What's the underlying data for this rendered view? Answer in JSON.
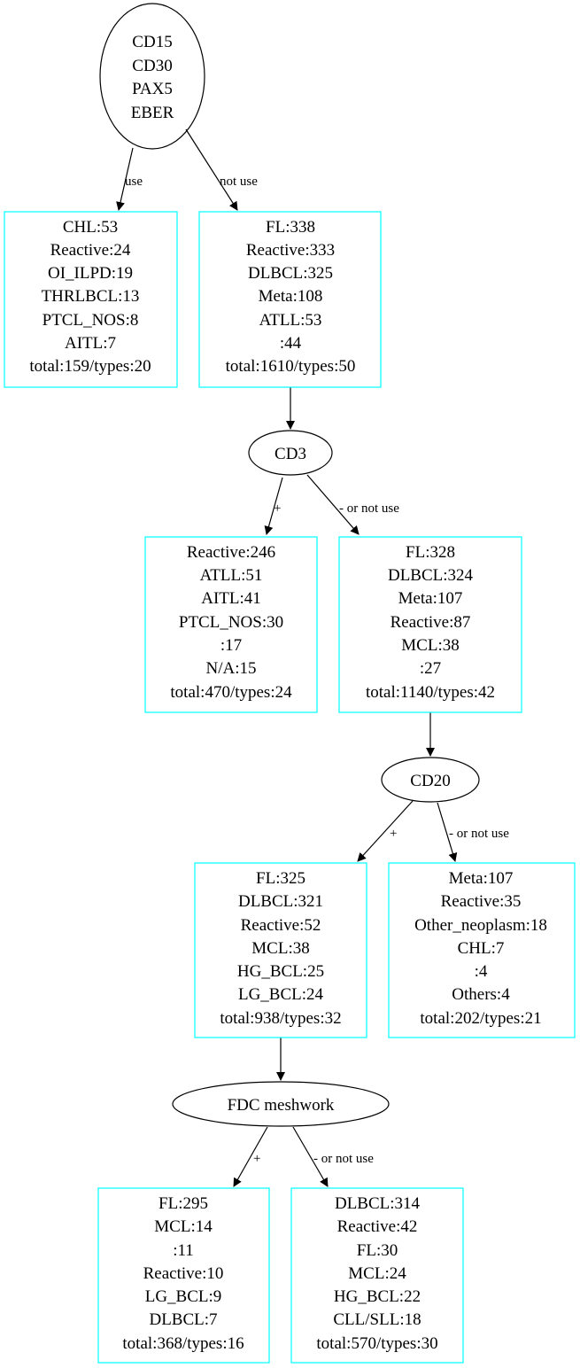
{
  "colors": {
    "leaf_border": "#00ffff",
    "decision_border": "#000000",
    "edge": "#000000",
    "text": "#000000",
    "background": "#ffffff"
  },
  "decisions": {
    "root": {
      "lines": [
        "CD15",
        "CD30",
        "PAX5",
        "EBER"
      ]
    },
    "cd3": {
      "lines": [
        "CD3"
      ]
    },
    "cd20": {
      "lines": [
        "CD20"
      ]
    },
    "fdc": {
      "lines": [
        "FDC meshwork"
      ]
    }
  },
  "leaves": {
    "chl": {
      "lines": [
        "CHL:53",
        "Reactive:24",
        "OI_ILPD:19",
        "THRLBCL:13",
        "PTCL_NOS:8",
        "AITL:7",
        "total:159/types:20"
      ]
    },
    "fl_root": {
      "lines": [
        "FL:338",
        "Reactive:333",
        "DLBCL:325",
        "Meta:108",
        "ATLL:53",
        ":44",
        "total:1610/types:50"
      ]
    },
    "cd3_pos": {
      "lines": [
        "Reactive:246",
        "ATLL:51",
        "AITL:41",
        "PTCL_NOS:30",
        ":17",
        "N/A:15",
        "total:470/types:24"
      ]
    },
    "cd3_neg": {
      "lines": [
        "FL:328",
        "DLBCL:324",
        "Meta:107",
        "Reactive:87",
        "MCL:38",
        ":27",
        "total:1140/types:42"
      ]
    },
    "cd20_pos": {
      "lines": [
        "FL:325",
        "DLBCL:321",
        "Reactive:52",
        "MCL:38",
        "HG_BCL:25",
        "LG_BCL:24",
        "total:938/types:32"
      ]
    },
    "cd20_neg": {
      "lines": [
        "Meta:107",
        "Reactive:35",
        "Other_neoplasm:18",
        "CHL:7",
        ":4",
        "Others:4",
        "total:202/types:21"
      ]
    },
    "fdc_pos": {
      "lines": [
        "FL:295",
        "MCL:14",
        ":11",
        "Reactive:10",
        "LG_BCL:9",
        "DLBCL:7",
        "total:368/types:16"
      ]
    },
    "fdc_neg": {
      "lines": [
        "DLBCL:314",
        "Reactive:42",
        "FL:30",
        "MCL:24",
        "HG_BCL:22",
        "CLL/SLL:18",
        "total:570/types:30"
      ]
    }
  },
  "edges": {
    "root_use": "use",
    "root_not_use": "not use",
    "cd3_pos": "+",
    "cd3_neg": "- or not use",
    "cd20_pos": "+",
    "cd20_neg": "- or not use",
    "fdc_pos": "+",
    "fdc_neg": "- or not use"
  }
}
